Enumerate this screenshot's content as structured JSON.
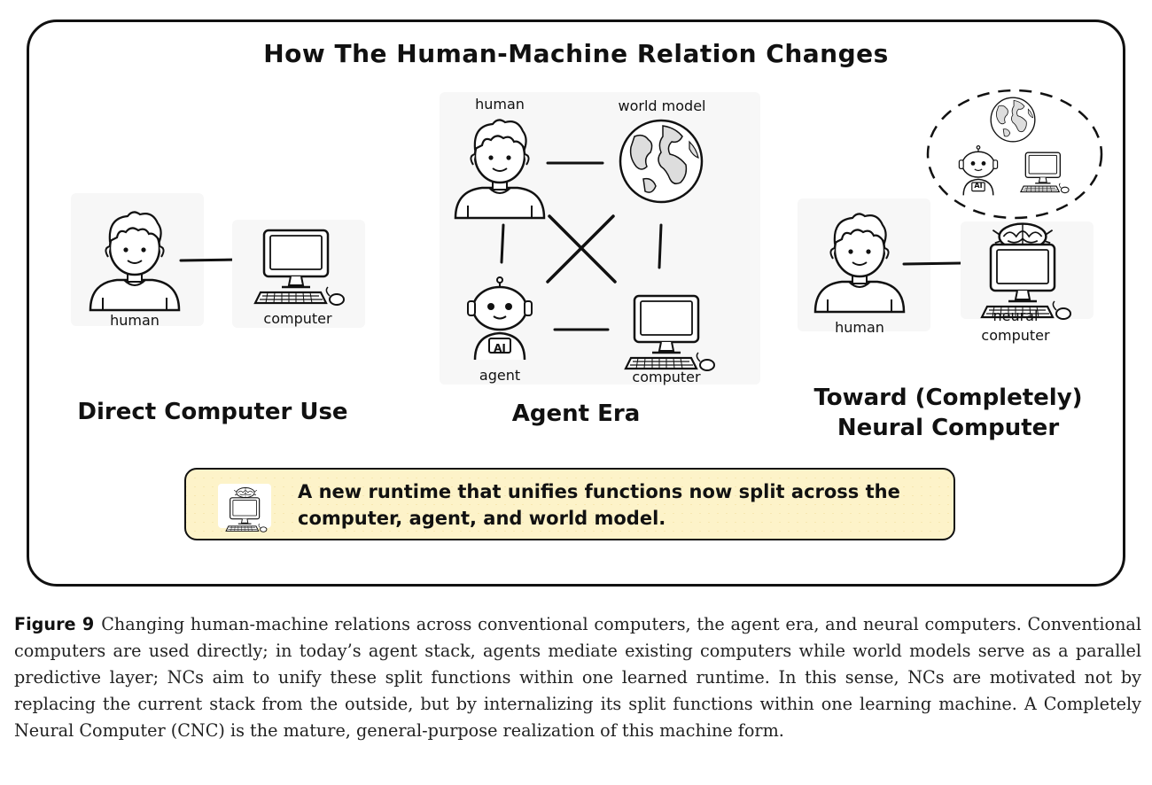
{
  "title": "How The Human-Machine Relation Changes",
  "sections": {
    "direct": {
      "heading": "Direct Computer Use",
      "human_label": "human",
      "computer_label": "computer"
    },
    "agent_era": {
      "heading": "Agent Era",
      "human_label": "human",
      "world_model_label": "world model",
      "agent_label": "agent",
      "computer_label": "computer",
      "ai_badge": "AI"
    },
    "neural": {
      "heading_line1": "Toward (Completely)",
      "heading_line2": "Neural Computer",
      "human_label": "human",
      "neural_label_line1": "neural",
      "neural_label_line2": "computer",
      "ai_badge": "AI"
    }
  },
  "callout": {
    "text_line1": "A new runtime that unifies functions now split across the",
    "text_line2": "computer, agent, and world model."
  },
  "caption": {
    "figure_label": "Figure 9",
    "text": "Changing human-machine relations across conventional computers, the agent era, and neural computers. Conventional computers are used directly; in today’s agent stack, agents mediate existing computers while world models serve as a parallel predictive layer; NCs aim to unify these split functions within one learned runtime. In this sense, NCs are motivated not by replacing the current stack from the outside, but by internalizing its split functions within one learning machine. A Completely Neural Computer (CNC) is the mature, general-purpose realization of this machine form."
  },
  "colors": {
    "ink": "#111111",
    "callout_fill": "#fdf3c9",
    "panel_bg": "#f7f7f7"
  }
}
